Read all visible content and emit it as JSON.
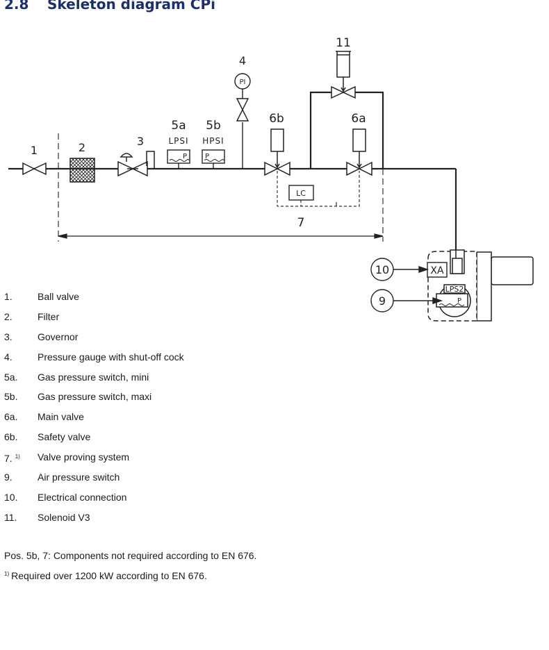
{
  "section": {
    "number": "2.8",
    "title": "Skeleton diagram CPi"
  },
  "diagram": {
    "labels": {
      "p1": "1",
      "p2": "2",
      "p3": "3",
      "p4": "4",
      "p5a": "5a",
      "p5b": "5b",
      "p6a": "6a",
      "p6b": "6b",
      "p7": "7",
      "p9": "9",
      "p10": "10",
      "p11": "11",
      "pi": "PI",
      "lpsi": "LPSI",
      "hpsi": "HPSI",
      "lc": "LC",
      "lps2": "LPS2",
      "xa": "XA",
      "p": "P"
    }
  },
  "legend": [
    {
      "num": "1.",
      "sup": "",
      "text": "Ball valve"
    },
    {
      "num": "2.",
      "sup": "",
      "text": "Filter"
    },
    {
      "num": "3.",
      "sup": "",
      "text": "Governor"
    },
    {
      "num": "4.",
      "sup": "",
      "text": "Pressure gauge with shut-off cock"
    },
    {
      "num": "5a.",
      "sup": "",
      "text": "Gas pressure switch, mini"
    },
    {
      "num": "5b.",
      "sup": "",
      "text": "Gas pressure switch, maxi"
    },
    {
      "num": "6a.",
      "sup": "",
      "text": "Main valve"
    },
    {
      "num": "6b.",
      "sup": "",
      "text": "Safety valve"
    },
    {
      "num": "7.",
      "sup": "1)",
      "text": "Valve proving system"
    },
    {
      "num": "9.",
      "sup": "",
      "text": "Air pressure switch"
    },
    {
      "num": "10.",
      "sup": "",
      "text": "Electrical connection"
    },
    {
      "num": "11.",
      "sup": "",
      "text": "Solenoid V3"
    }
  ],
  "notes": {
    "pos": "Pos. 5b, 7: Components not required according to EN 676.",
    "footnote_mark": "1)",
    "footnote": "Required over 1200 kW according to EN 676."
  }
}
